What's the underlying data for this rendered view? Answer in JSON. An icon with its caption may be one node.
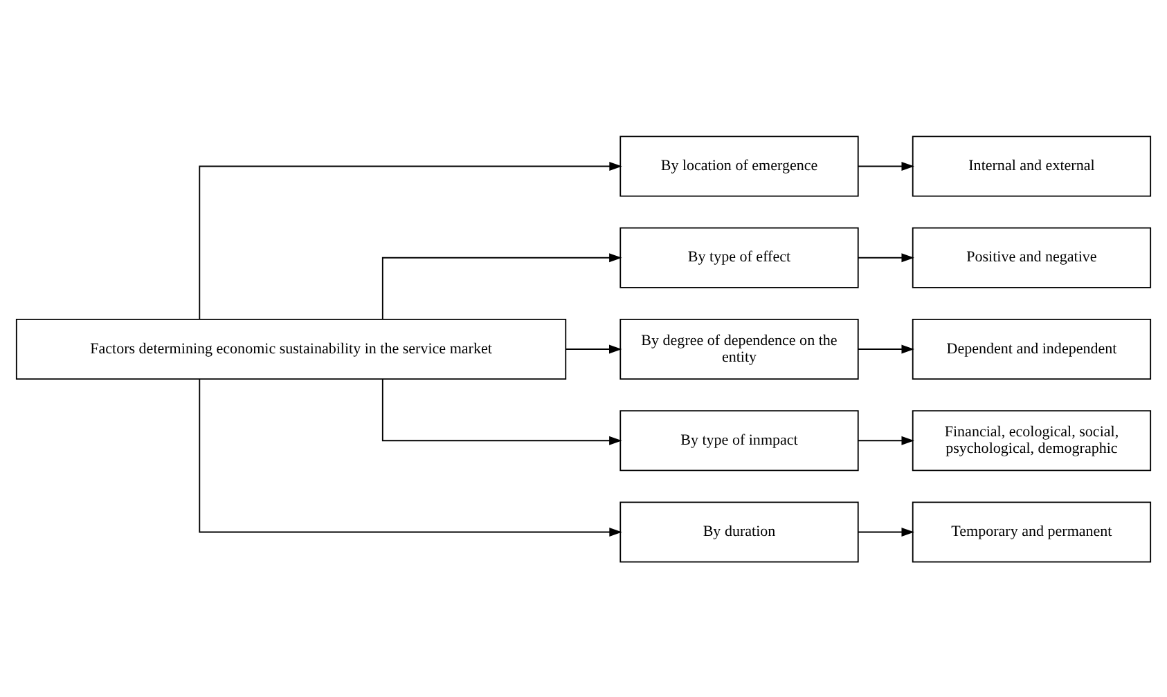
{
  "diagram": {
    "nodes": [
      {
        "text": [
          "Factors determining economic sustainability in the service market"
        ]
      },
      {
        "text": [
          "By location of emergence"
        ]
      },
      {
        "text": [
          "By type of effect"
        ]
      },
      {
        "text": [
          "By degree of dependence on the entity"
        ]
      },
      {
        "text": [
          "By type of inmpact"
        ]
      },
      {
        "text": [
          "By duration"
        ]
      },
      {
        "text": [
          "Internal and external"
        ]
      },
      {
        "text": [
          "Positive and negative"
        ]
      },
      {
        "text": [
          "Dependent and independent"
        ]
      },
      {
        "text": [
          "Financial, ecological, social, psychological, demographic"
        ]
      },
      {
        "text": [
          "Temporary and permanent"
        ]
      }
    ],
    "edges": [
      {
        "from": 0,
        "to": 1,
        "arrow": "to"
      },
      {
        "from": 0,
        "to": 2,
        "arrow": "to"
      },
      {
        "from": 0,
        "to": 3,
        "arrow": "to"
      },
      {
        "from": 0,
        "to": 4,
        "arrow": "to"
      },
      {
        "from": 0,
        "to": 5,
        "arrow": "to"
      },
      {
        "from": 1,
        "to": 6,
        "arrow": "to"
      },
      {
        "from": 2,
        "to": 7,
        "arrow": "to"
      },
      {
        "from": 3,
        "to": 8,
        "arrow": "to"
      },
      {
        "from": 4,
        "to": 9,
        "arrow": "to"
      },
      {
        "from": 5,
        "to": 10,
        "arrow": "to"
      }
    ]
  }
}
